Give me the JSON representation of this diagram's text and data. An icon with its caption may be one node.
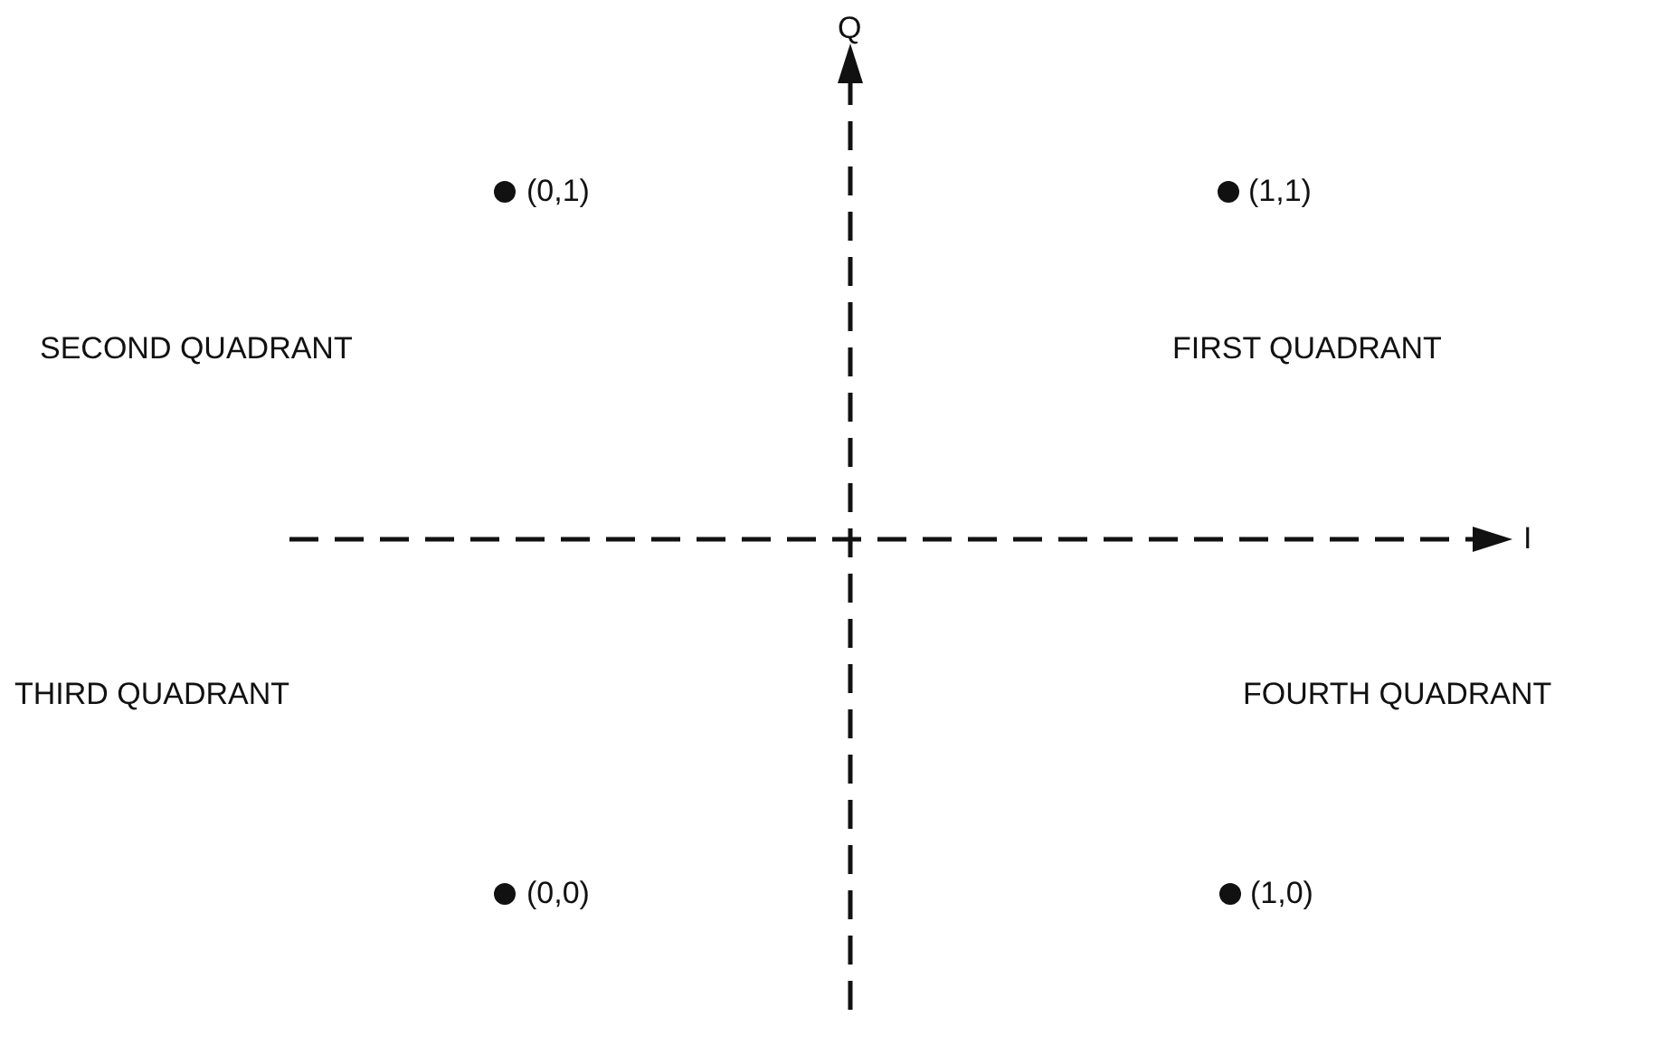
{
  "diagram": {
    "labels": [
      "Q",
      "(0,1)",
      "(1,1)",
      "SECOND QUADRANT",
      "FIRST QUADRANT",
      "I",
      "THIRD QUADRANT",
      "FOURTH QUADRANT",
      "(0,0)",
      "(1,0)"
    ]
  }
}
